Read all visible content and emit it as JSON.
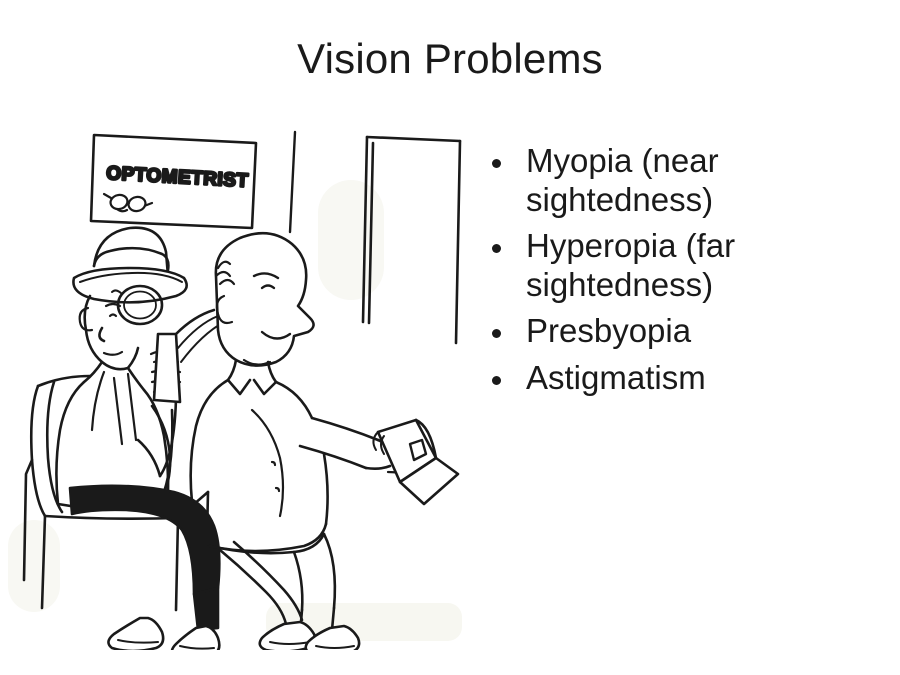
{
  "slide": {
    "title": "Vision Problems",
    "background_color": "#ffffff",
    "text_color": "#1a1a1a"
  },
  "bullets": [
    {
      "text": "Myopia (near sightedness)"
    },
    {
      "text": "Hyperopia (far sightedness)"
    },
    {
      "text": "Presbyopia"
    },
    {
      "text": "Astigmatism"
    }
  ],
  "cartoon": {
    "description": "Line-art cartoon of two men seated in an optometrist's waiting room; the man in front is bald and holds a magazine at arm's length (far sighted), the man behind wears a hat and a monocle and holds his paper right against his nose (near sighted)",
    "sign_label": "OPTOMETRIST",
    "sign_icon": "eyeglasses-doodle",
    "ink_color": "#1a1a1a"
  }
}
